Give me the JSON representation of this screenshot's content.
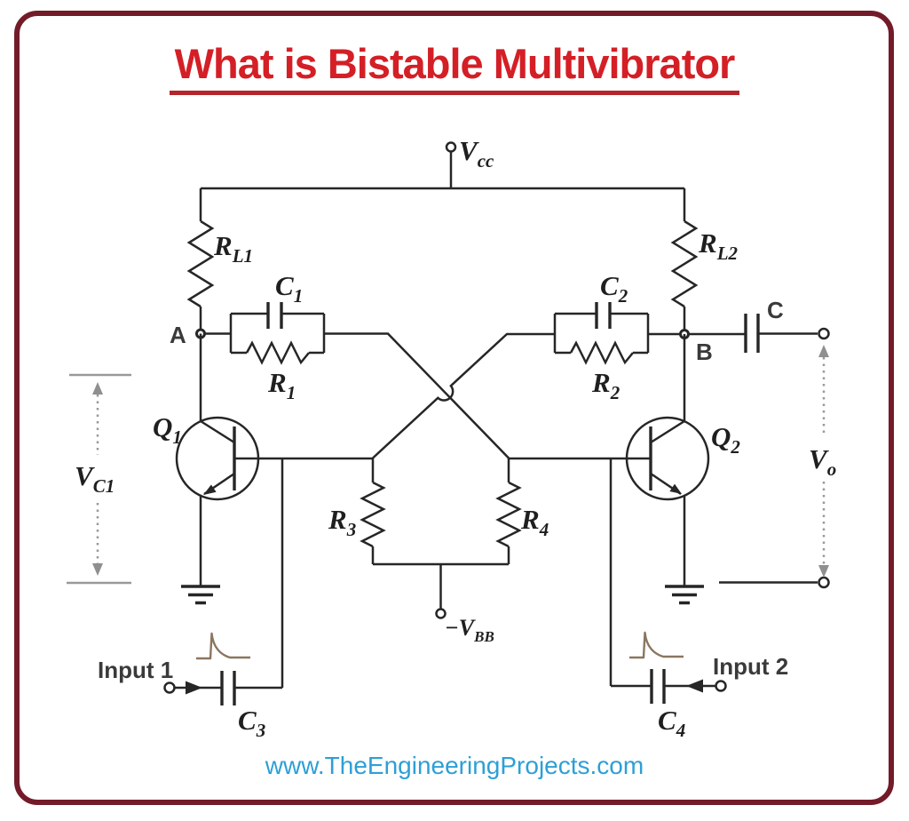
{
  "header": {
    "title": "What is Bistable Multivibrator"
  },
  "footer": {
    "website": "www.TheEngineeringProjects.com"
  },
  "colors": {
    "frame_border": "#731b29",
    "title_red": "#d41f26",
    "website_blue": "#2e9fd6",
    "wire": "#262626",
    "measure_gray": "#999999",
    "trigger_pulse_brown": "#8b7660"
  },
  "labels": {
    "vcc": {
      "main": "V",
      "sub": "cc"
    },
    "rl1": {
      "main": "R",
      "sub": "L1"
    },
    "rl2": {
      "main": "R",
      "sub": "L2"
    },
    "c1": {
      "main": "C",
      "sub": "1"
    },
    "c2": {
      "main": "C",
      "sub": "2"
    },
    "c3": {
      "main": "C",
      "sub": "3"
    },
    "c4": {
      "main": "C",
      "sub": "4"
    },
    "r1": {
      "main": "R",
      "sub": "1"
    },
    "r2": {
      "main": "R",
      "sub": "2"
    },
    "r3": {
      "main": "R",
      "sub": "3"
    },
    "r4": {
      "main": "R",
      "sub": "4"
    },
    "q1": {
      "main": "Q",
      "sub": "1"
    },
    "q2": {
      "main": "Q",
      "sub": "2"
    },
    "vc1": {
      "main": "V",
      "sub": "C1"
    },
    "vo": {
      "main": "V",
      "sub": "o"
    },
    "vbb": {
      "main": "−V",
      "sub": "BB"
    },
    "node_a": "A",
    "node_b": "B",
    "output_cap": "C",
    "input1": "Input 1",
    "input2": "Input 2"
  }
}
